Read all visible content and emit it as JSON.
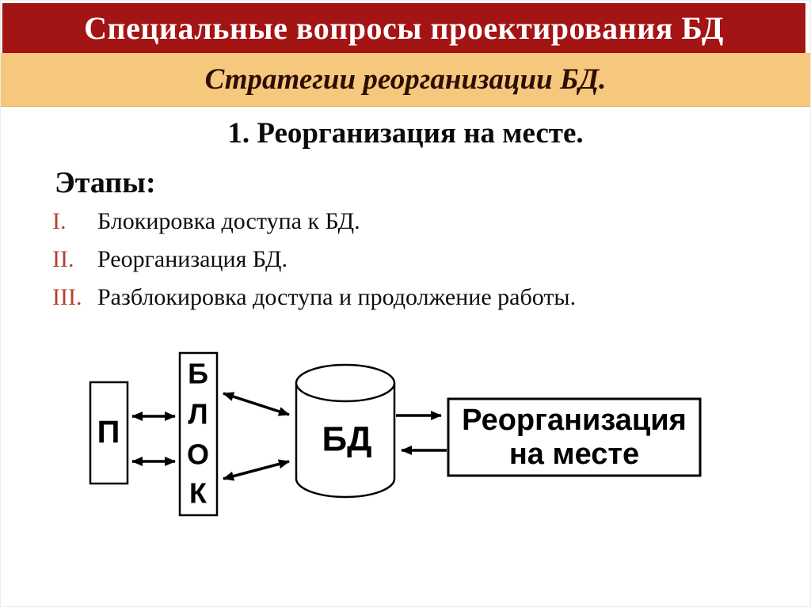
{
  "slide": {
    "header_title": "Специальные вопросы проектирования БД",
    "subheader_title": "Стратегии реорганизации БД.",
    "section_title": "1. Реорганизация на месте.",
    "stages_label": "Этапы:",
    "stages": [
      {
        "numeral": "I.",
        "text": "Блокировка доступа к БД."
      },
      {
        "numeral": "II.",
        "text": "Реорганизация БД."
      },
      {
        "numeral": "III.",
        "text": "Разблокировка доступа и продолжение работы."
      }
    ],
    "diagram": {
      "process_box_label": "П",
      "lock_letters": [
        "Б",
        "Л",
        "О",
        "К"
      ],
      "db_label": "БД",
      "result_line1": "Реорганизация",
      "result_line2": "на месте"
    },
    "colors": {
      "header_bg": "#a31414",
      "band_bg": "#f6c87d",
      "subtitle_text": "#2d0e04",
      "numeral_red": "#b5402a",
      "diagram_stroke": "#000000",
      "background": "#ffffff"
    }
  }
}
